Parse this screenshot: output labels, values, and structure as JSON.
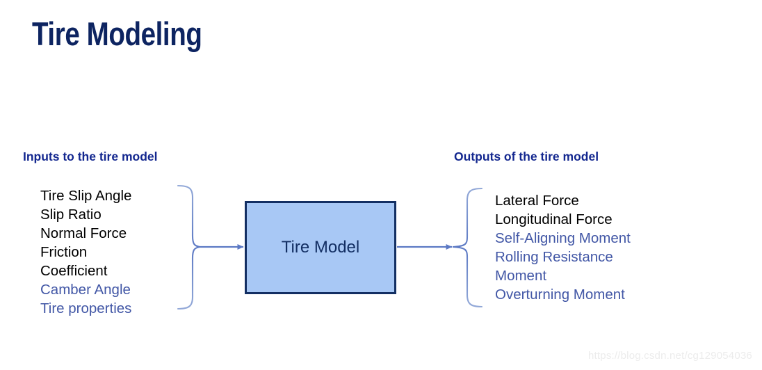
{
  "slide": {
    "title": "Tire Modeling",
    "background_color": "#ffffff",
    "title_color": "#0d2461",
    "heading_color": "#13278f",
    "accent_blue": "#4257a6",
    "box_fill": "#a8c8f5",
    "box_border": "#132f63",
    "connector_color": "#6b85c9"
  },
  "inputs": {
    "heading": "Inputs to the tire model",
    "items": [
      {
        "label": "Tire Slip Angle",
        "color": "dark"
      },
      {
        "label": "Slip Ratio",
        "color": "dark"
      },
      {
        "label": "Normal Force",
        "color": "dark"
      },
      {
        "label": "Friction",
        "color": "dark"
      },
      {
        "label": "Coefficient",
        "color": "dark"
      },
      {
        "label": "Camber Angle",
        "color": "blue"
      },
      {
        "label": "Tire properties",
        "color": "blue"
      }
    ]
  },
  "outputs": {
    "heading": "Outputs of the tire model",
    "items": [
      {
        "label": "Lateral Force",
        "color": "dark"
      },
      {
        "label": "Longitudinal Force",
        "color": "dark"
      },
      {
        "label": "Self-Aligning Moment",
        "color": "blue"
      },
      {
        "label": "Rolling Resistance",
        "color": "blue"
      },
      {
        "label": "Moment",
        "color": "blue"
      },
      {
        "label": "Overturning Moment",
        "color": "blue"
      }
    ]
  },
  "process": {
    "label": "Tire Model"
  },
  "connectors": {
    "left_brace": "right-facing-curly-brace",
    "left_arrow": "arrow-right-icon",
    "right_brace": "left-facing-curly-brace",
    "right_arrow": "arrow-right-icon"
  },
  "watermark": {
    "text": "https://blog.csdn.net/cg129054036"
  }
}
